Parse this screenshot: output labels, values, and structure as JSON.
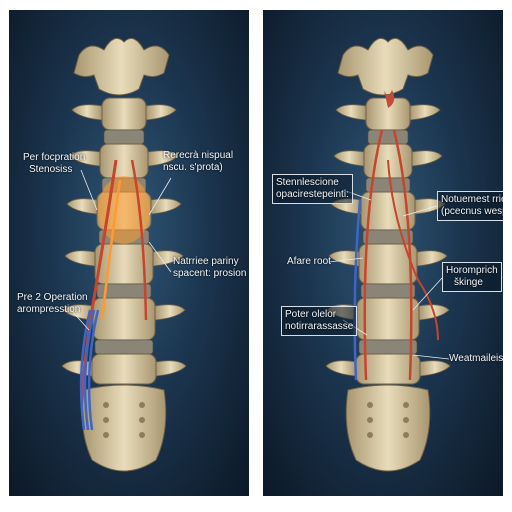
{
  "left_panel": {
    "labels": {
      "stenosis": [
        "Per focpration",
        "Stenosiss"
      ],
      "recess": [
        "Rerecrà nispual",
        "nscu. s'prota)"
      ],
      "narrowing": [
        "Natrriee pariny",
        "spacent: prosion"
      ],
      "compression": [
        "Pre 2 Operation",
        "arompresstion"
      ]
    }
  },
  "right_panel": {
    "labels": {
      "decompression": [
        "Stennlescione",
        "opacirestepeinti:"
      ],
      "nerve_root": [
        "Afare root"
      ],
      "posterior": [
        "Poter olelor",
        "notirrarassasse"
      ],
      "outcome": [
        "Notuemest rrie",
        "(pcecnus wespon)"
      ],
      "fusion": [
        "Horomprich",
        "škinge"
      ],
      "wear": [
        "Weatmaileisste"
      ]
    }
  },
  "colors": {
    "bone": "#d8c9a4",
    "disc": "#8a8576",
    "nerve": "#c9442c",
    "vein": "#3f66c4",
    "inflammation": "#ff9a30"
  }
}
